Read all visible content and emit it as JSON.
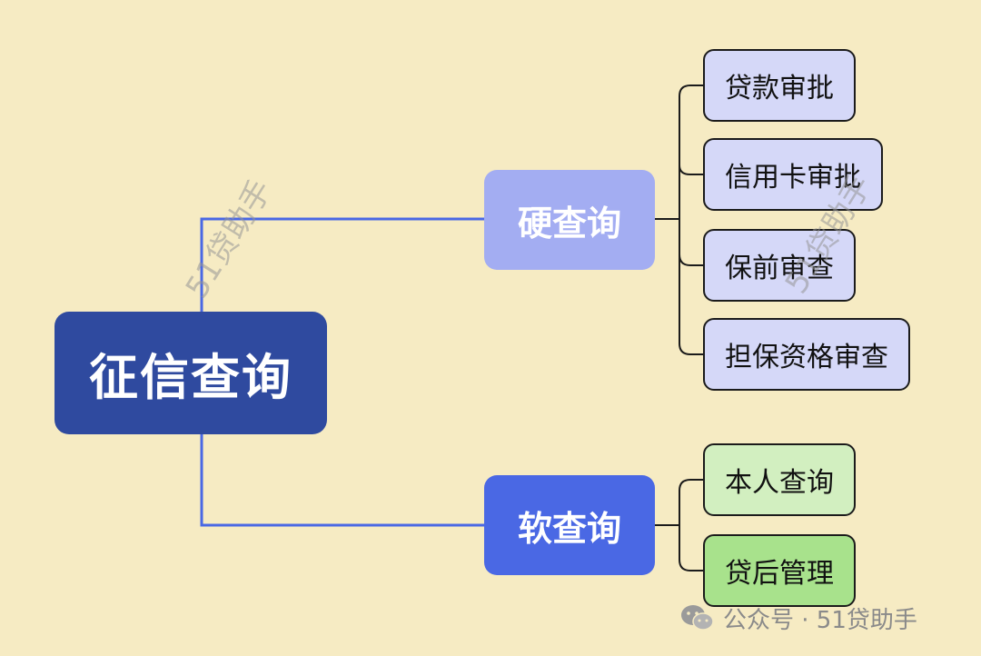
{
  "root": {
    "label": "征信查询"
  },
  "branches": [
    {
      "label": "硬查询",
      "color": "#a3adf2",
      "children": [
        "贷款审批",
        "信用卡审批",
        "保前审查",
        "担保资格审查"
      ]
    },
    {
      "label": "软查询",
      "color": "#4a68e4",
      "children": [
        "本人查询",
        "贷后管理"
      ]
    }
  ],
  "watermarks": [
    "51贷助手",
    "51贷助手"
  ],
  "footer": {
    "text": "公众号 · 51贷助手",
    "icon": "wechat-icon"
  },
  "colors": {
    "background": "#f6ebc3",
    "root": "#2f4a9f",
    "connector_blue": "#4a68e4",
    "leaf_blue": "#d5d8f8",
    "leaf_green_light": "#d2efc0",
    "leaf_green": "#a8e28c"
  }
}
